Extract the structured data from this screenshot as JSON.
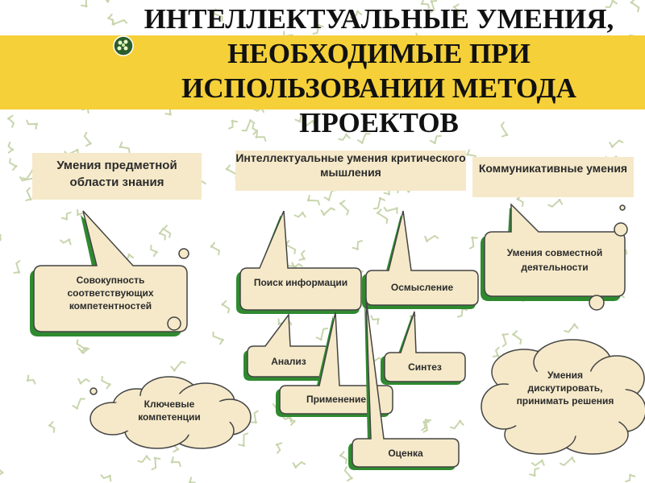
{
  "title": "ИНТЕЛЛЕКТУАЛЬНЫЕ УМЕНИЯ, НЕОБХОДИМЫЕ ПРИ ИСПОЛЬЗОВАНИИ МЕТОДА ПРОЕКТОВ",
  "headers": {
    "subject": "Умения предметной области знания",
    "intellectual": "Интеллектуальные умения критического мышления",
    "communicative": "Коммуникативные умения"
  },
  "callouts": {
    "competences": "Совокупность соответствующих компетентностей",
    "search": "Поиск информации",
    "comprehension": "Осмысление",
    "joint": "Умения совместной деятельности",
    "analysis": "Анализ",
    "synthesis": "Синтез",
    "application": "Применение",
    "evaluation": "Оценка"
  },
  "clouds": {
    "key_competences": "Ключевые компетенции",
    "discuss": "Умения дискутировать, принимать решения"
  },
  "colors": {
    "title_band": "#f5d038",
    "header_fill": "#f5e9c9",
    "callout_fill": "#f5e9c9",
    "callout_shadow": "#2f8a2f",
    "outline": "#444444",
    "background_pattern": "#c8d5ad"
  }
}
